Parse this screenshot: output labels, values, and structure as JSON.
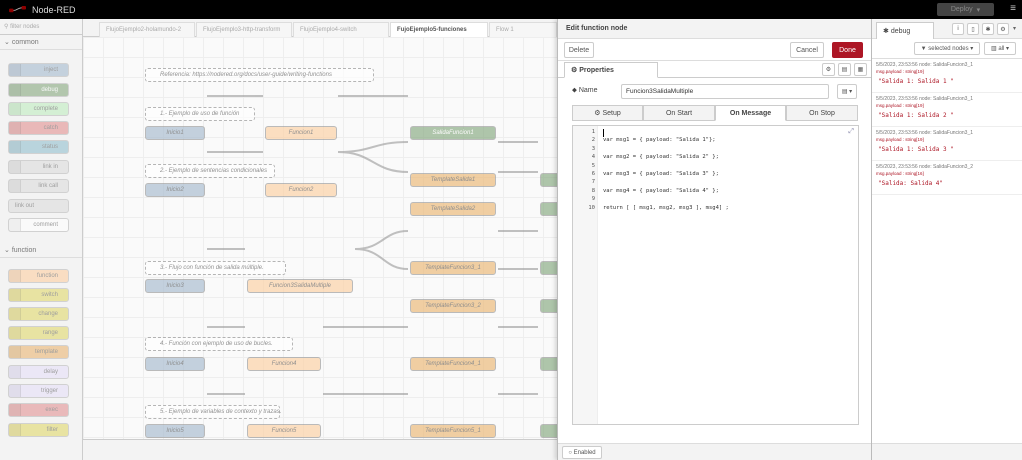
{
  "app": {
    "title": "Node-RED",
    "deploy_label": "Deploy"
  },
  "palette": {
    "filter_placeholder": "filter nodes",
    "categories": [
      "common",
      "function"
    ],
    "common": [
      "inject",
      "debug",
      "complete",
      "catch",
      "status",
      "link in",
      "link call",
      "link out",
      "comment"
    ],
    "function": [
      "function",
      "switch",
      "change",
      "range",
      "template",
      "delay",
      "trigger",
      "exec",
      "filter"
    ]
  },
  "flow_tabs": [
    "FlujoEjemplo2-holamundo-2",
    "FlujoEjemplo3-http-transform",
    "FlujoEjemplo4-switch",
    "FujoEjemplo5-funciones",
    "Flow 1"
  ],
  "canvas": {
    "comments": [
      "Referencia: https://nodered.org/docs/user-guide/writing-functions",
      "1.- Ejemplo de uso de función",
      "2.- Ejemplo de sentencias condicionales",
      "3.- Flujo con función de salida múltiple.",
      "4.- Función con ejemplo de uso de bucles.",
      "5.- Ejemplo de variables de contexto y trazas."
    ],
    "nodes": [
      "Inicio1",
      "Funcion1",
      "SalidaFuncion1",
      "Inicio2",
      "Funcion2",
      "TemplateSalida1",
      "TemplateSalida2",
      "Inicio3",
      "Funcion3SalidaMultiple",
      "TemplateFuncion3_1",
      "TemplateFuncion3_2",
      "Inicio4",
      "Funcion4",
      "TemplateFuncion4_1",
      "Inicio5",
      "Funcion5",
      "TemplateFuncion5_1"
    ]
  },
  "editor": {
    "title": "Edit function node",
    "delete_label": "Delete",
    "cancel_label": "Cancel",
    "done_label": "Done",
    "properties_label": "Properties",
    "name_label": "Name",
    "name_value": "Funcion3SalidaMultiple",
    "subtabs": [
      "Setup",
      "On Start",
      "On Message",
      "On Stop"
    ],
    "code": [
      {
        "n": "1",
        "t": ""
      },
      {
        "n": "2",
        "t": "var msg1 = { payload: \"Salida 1\"};"
      },
      {
        "n": "3",
        "t": ""
      },
      {
        "n": "4",
        "t": "var msg2 = { payload: \"Salida 2\" };"
      },
      {
        "n": "5",
        "t": ""
      },
      {
        "n": "6",
        "t": "var msg3 = { payload: \"Salida 3\" };"
      },
      {
        "n": "7",
        "t": ""
      },
      {
        "n": "8",
        "t": "var msg4 = { payload: \"Salida 4\" };"
      },
      {
        "n": "9",
        "t": ""
      },
      {
        "n": "10",
        "t": "return [ [ msg1, msg2, msg3 ], msg4] ;"
      }
    ],
    "enabled_label": "Enabled"
  },
  "debug": {
    "tab_label": "debug",
    "filter_label": "selected nodes",
    "clear_label": "all",
    "messages": [
      {
        "meta": "5/5/2023, 23:53:56   node: SalidaFuncion3_1",
        "topic": "msg.payload : string[19]",
        "payload": "\"Salida 1: Salida 1 \""
      },
      {
        "meta": "5/5/2023, 23:53:56   node: SalidaFuncion3_1",
        "topic": "msg.payload : string[19]",
        "payload": "\"Salida 1: Salida 2 \""
      },
      {
        "meta": "5/5/2023, 23:53:56   node: SalidaFuncion3_1",
        "topic": "msg.payload : string[19]",
        "payload": "\"Salida 1: Salida 3 \""
      },
      {
        "meta": "5/5/2023, 23:53:56   node: SalidaFuncion3_2",
        "topic": "msg.payload : string[16]",
        "payload": "\"Salida: Salida 4\""
      }
    ]
  }
}
